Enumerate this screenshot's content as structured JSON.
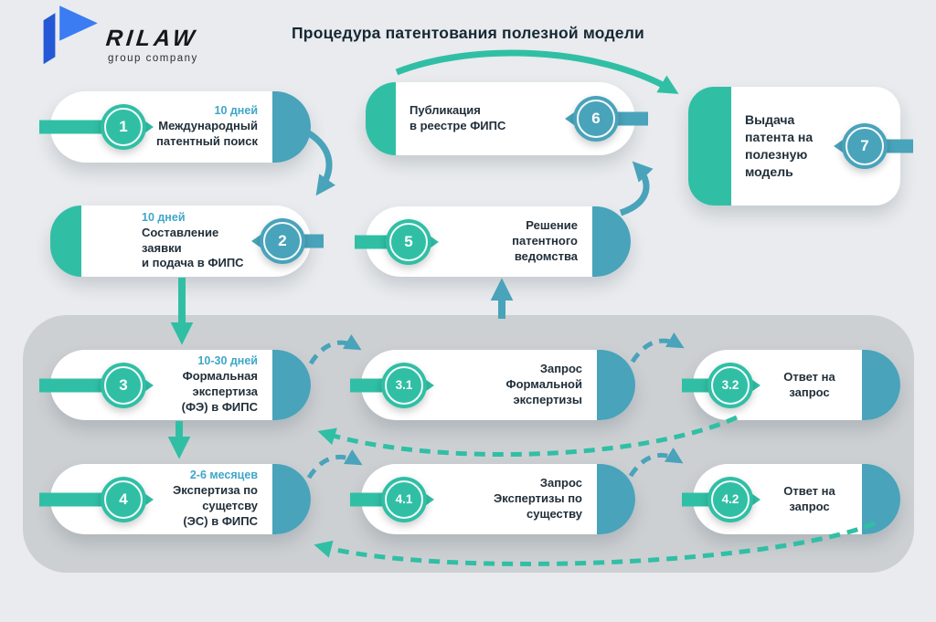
{
  "title": "Процедура патентования полезной модели",
  "logo": {
    "wordmark": "RILAW",
    "subtitle": "group company",
    "icon": "prilaw-p-flag-icon"
  },
  "palette": {
    "teal_green": "#30BFA5",
    "teal_blue": "#49A3BA",
    "duration_text": "#3FA6C8",
    "background": "#E9EBEE",
    "panel_gray": "#CDD0D3",
    "text_dark": "#212F3A",
    "logo_blue": "#3B7CF2",
    "logo_blue_dark": "#2558D6"
  },
  "steps": {
    "s1": {
      "num": "1",
      "duration": "10 дней",
      "title": "Международный\nпатентный поиск"
    },
    "s2": {
      "num": "2",
      "duration": "10 дней",
      "title": "Составление заявки\nи подача в ФИПС"
    },
    "s3": {
      "num": "3",
      "duration": "10-30 дней",
      "title": "Формальная экспертиза\n(ФЭ) в ФИПС"
    },
    "s4": {
      "num": "4",
      "duration": "2-6 месяцев",
      "title": "Экспертиза по сущетсву\n(ЭС) в ФИПС"
    },
    "s5": {
      "num": "5",
      "title": "Решение\nпатентного ведомства"
    },
    "s6": {
      "num": "6",
      "title": "Публикация\nв реестре ФИПС"
    },
    "s7": {
      "num": "7",
      "title": "Выдача\nпатента на\nполезную\nмодель"
    },
    "s31": {
      "num": "3.1",
      "title": "Запрос\nФормальной экспертизы"
    },
    "s32": {
      "num": "3.2",
      "title": "Ответ на запрос"
    },
    "s41": {
      "num": "4.1",
      "title": "Запрос\nЭкспертизы по существу"
    },
    "s42": {
      "num": "4.2",
      "title": "Ответ на запрос"
    }
  }
}
